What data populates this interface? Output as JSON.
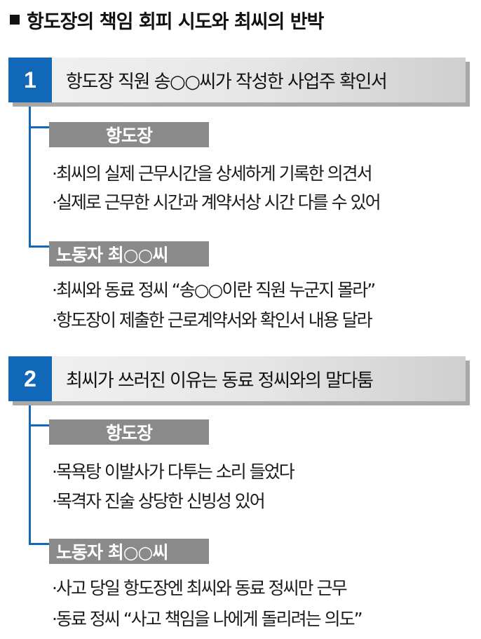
{
  "title": "항도장의 책임 회피 시도와 최씨의 반박",
  "sections": [
    {
      "number": "1",
      "heading": "항도장 직원 송○○씨가  작성한 사업주 확인서",
      "parties": [
        {
          "label": "항도장",
          "items": [
            "·최씨의 실제 근무시간을 상세하게 기록한 의견서",
            "·실제로 근무한 시간과 계약서상 시간 다를 수 있어"
          ]
        },
        {
          "label": "노동자 최○○씨",
          "items": [
            "·최씨와 동료 정씨 “송○○이란 직원 누군지 몰라”",
            "·항도장이 제출한 근로계약서와 확인서 내용 달라"
          ]
        }
      ]
    },
    {
      "number": "2",
      "heading": "최씨가 쓰러진 이유는 동료 정씨와의 말다툼",
      "parties": [
        {
          "label": "항도장",
          "items": [
            "·목욕탕 이발사가 다투는 소리 들었다",
            "·목격자 진술 상당한 신빙성 있어"
          ]
        },
        {
          "label": "노동자 최○○씨",
          "items": [
            "·사고 당일 항도장엔 최씨와 동료 정씨만 근무",
            "·동료 정씨 “사고 책임을 나에게 돌리려는 의도”"
          ]
        }
      ]
    }
  ],
  "colors": {
    "accent": "#1167b8",
    "label_bg": "#8a8a8a",
    "bar_bg": "#e6e6e6",
    "text": "#1a1a1a"
  }
}
